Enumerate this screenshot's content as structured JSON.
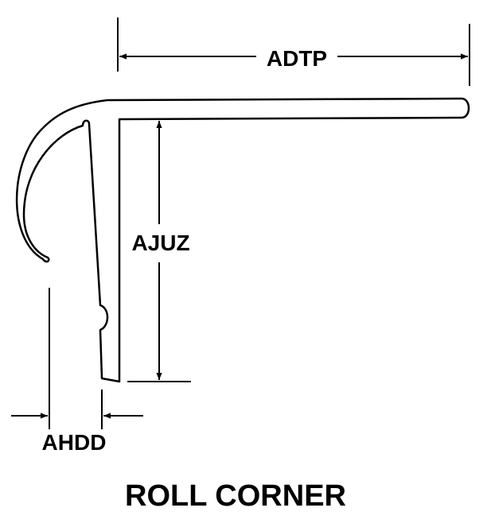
{
  "dimensions": {
    "top_width": "ADTP",
    "leg_height": "AJUZ",
    "gap": "AHDD"
  },
  "caption": "ROLL CORNER",
  "colors": {
    "line": "#000000",
    "background": "#ffffff"
  }
}
